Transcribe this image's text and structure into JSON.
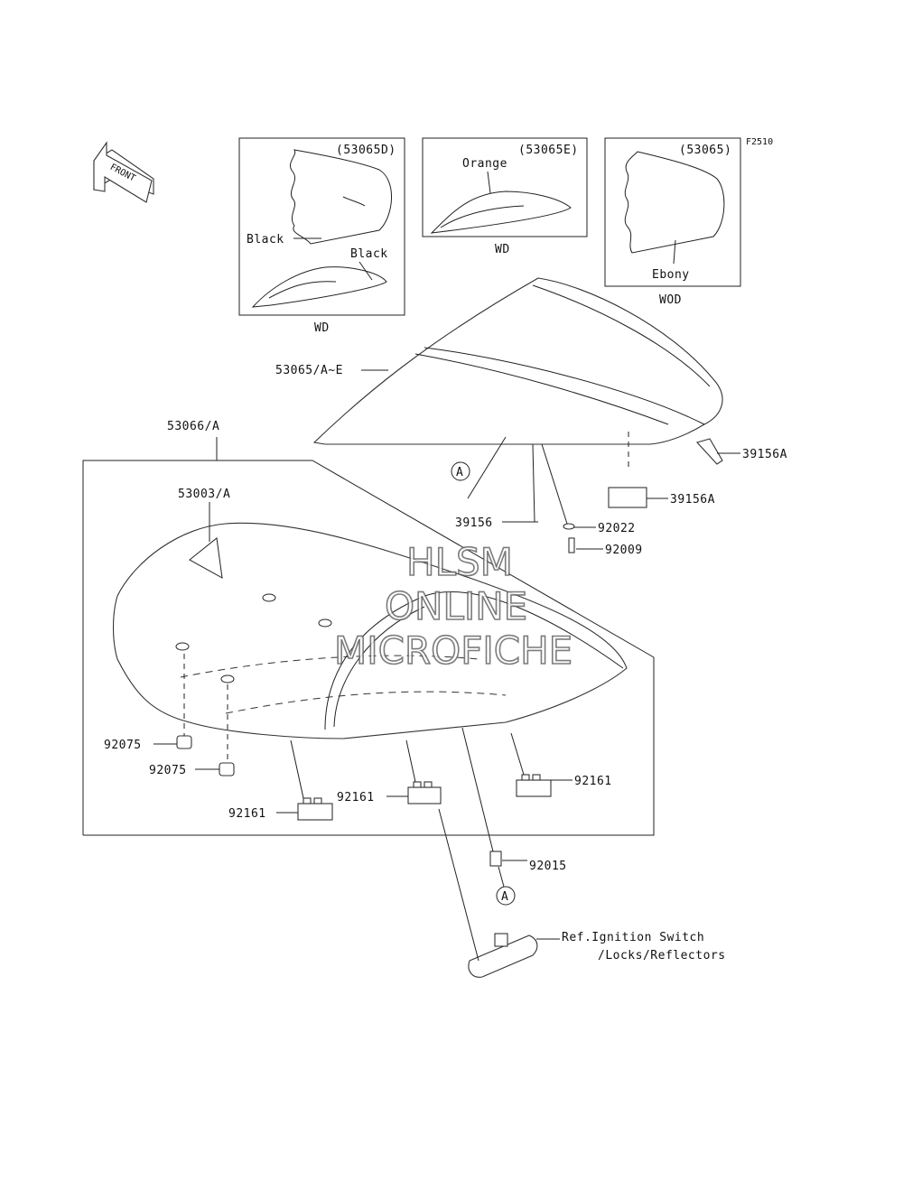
{
  "figure_code": "F2510",
  "front_arrow_label": "FRONT",
  "watermark": {
    "line1": "HLSM",
    "line2": "ONLINE",
    "line3": "MICROFICHE"
  },
  "variants": [
    {
      "code": "(53065D)",
      "color_labels": [
        "Black",
        "Black"
      ],
      "caption": "WD"
    },
    {
      "code": "(53065E)",
      "color_labels": [
        "Orange"
      ],
      "caption": "WD"
    },
    {
      "code": "(53065)",
      "color_labels": [
        "Ebony"
      ],
      "caption": "WOD"
    }
  ],
  "part_labels": {
    "p53065": "53065/A~E",
    "p53066": "53066/A",
    "p53003": "53003/A",
    "p39156": "39156",
    "p39156A_top": "39156A",
    "p39156A_bottom": "39156A",
    "p92022": "92022",
    "p92009": "92009",
    "p92075_a": "92075",
    "p92075_b": "92075",
    "p92161_a": "92161",
    "p92161_b": "92161",
    "p92161_c": "92161",
    "p92015": "92015"
  },
  "ref_marks": {
    "upper": "A",
    "lower": "A"
  },
  "reference": {
    "line1": "Ref.Ignition Switch",
    "line2": "/Locks/Reflectors"
  }
}
